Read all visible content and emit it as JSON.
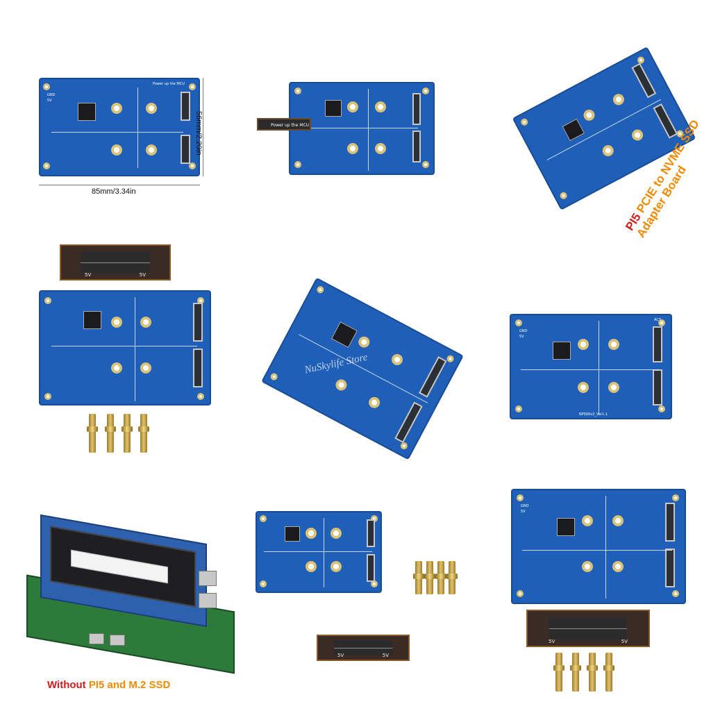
{
  "dimensions": {
    "height": "56mm/2.20in",
    "width": "85mm/3.34in"
  },
  "board_texts": {
    "power_label": "Power up the MCU",
    "gnd": "GND",
    "v5": "5V",
    "act": "ACT",
    "model": "NP500x2_Ver1.1"
  },
  "ribbon_label": "5V",
  "promo": {
    "part1": "PI5",
    "part2": " PCIE to NVME SSD",
    "part3": "Adapter Board"
  },
  "watermark": "NuSkylife Store",
  "caption": {
    "part1": "Without ",
    "part2": "PI5 and M.2 SSD"
  },
  "colors": {
    "pcb": "#1f5fb8",
    "accent_red": "#d11b1b",
    "accent_orange": "#f08a00"
  }
}
